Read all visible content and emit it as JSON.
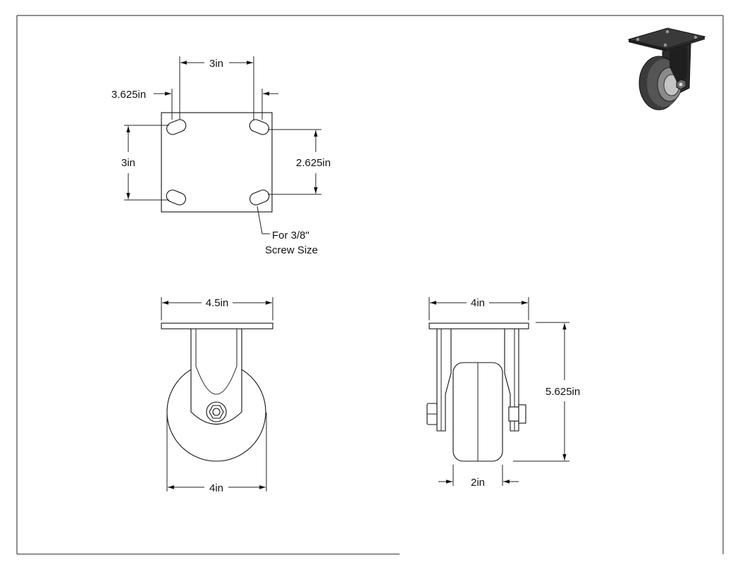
{
  "dimensions": {
    "top_hole_spacing_x": "3in",
    "top_plate_edge": "3.625in",
    "top_hole_spacing_y": "3in",
    "top_slot_span": "2.625in",
    "screw_note_line1": "For 3/8\"",
    "screw_note_line2": "Screw Size",
    "front_plate_width": "4.5in",
    "front_wheel_diameter": "4in",
    "side_plate_width": "4in",
    "side_height": "5.625in",
    "side_wheel_width": "2in"
  },
  "colors": {
    "line": "#222222",
    "thumbnail_body": "#2a2a2a",
    "thumbnail_highlight": "#8a8a8a"
  },
  "icons": {
    "thumbnail": "caster-3d-thumbnail"
  }
}
